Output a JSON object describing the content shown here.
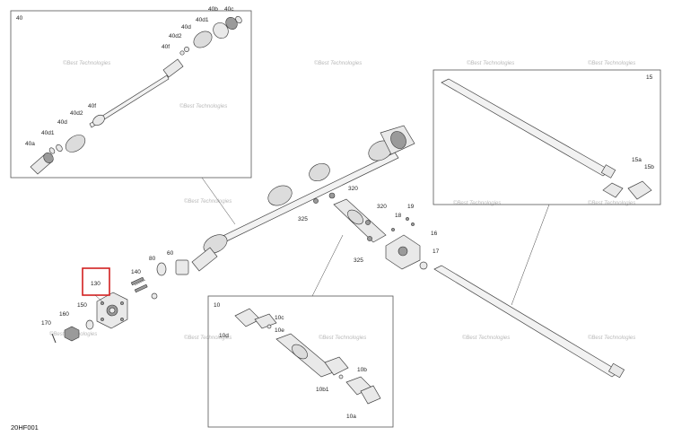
{
  "figure_code": "20HF001",
  "watermark_text": "©Best Technologies",
  "highlight_color": "#d21f1f",
  "callouts": {
    "box_40": "40",
    "c_40b": "40b",
    "c_40c": "40c",
    "c_40d1_top": "40d1",
    "c_40d_top": "40d",
    "c_40d2_top": "40d2",
    "c_40f_top": "40f",
    "c_40f_mid": "40f",
    "c_40d2_mid": "40d2",
    "c_40d_mid": "40d",
    "c_40d1_low": "40d1",
    "c_40a": "40a",
    "box_15": "15",
    "c_15a": "15a",
    "c_15b": "15b",
    "c_320_a": "320",
    "c_320_b": "320",
    "c_325_a": "325",
    "c_325_b": "325",
    "c_19": "19",
    "c_16": "16",
    "c_17": "17",
    "c_18": "18",
    "c_140": "140",
    "c_80": "80",
    "c_60": "60",
    "c_130": "130",
    "c_150": "150",
    "c_160": "160",
    "c_170": "170",
    "box_10": "10",
    "c_10d": "10d",
    "c_10c": "10c",
    "c_10e": "10e",
    "c_10b": "10b",
    "c_10b1": "10b1",
    "c_10a": "10a"
  }
}
